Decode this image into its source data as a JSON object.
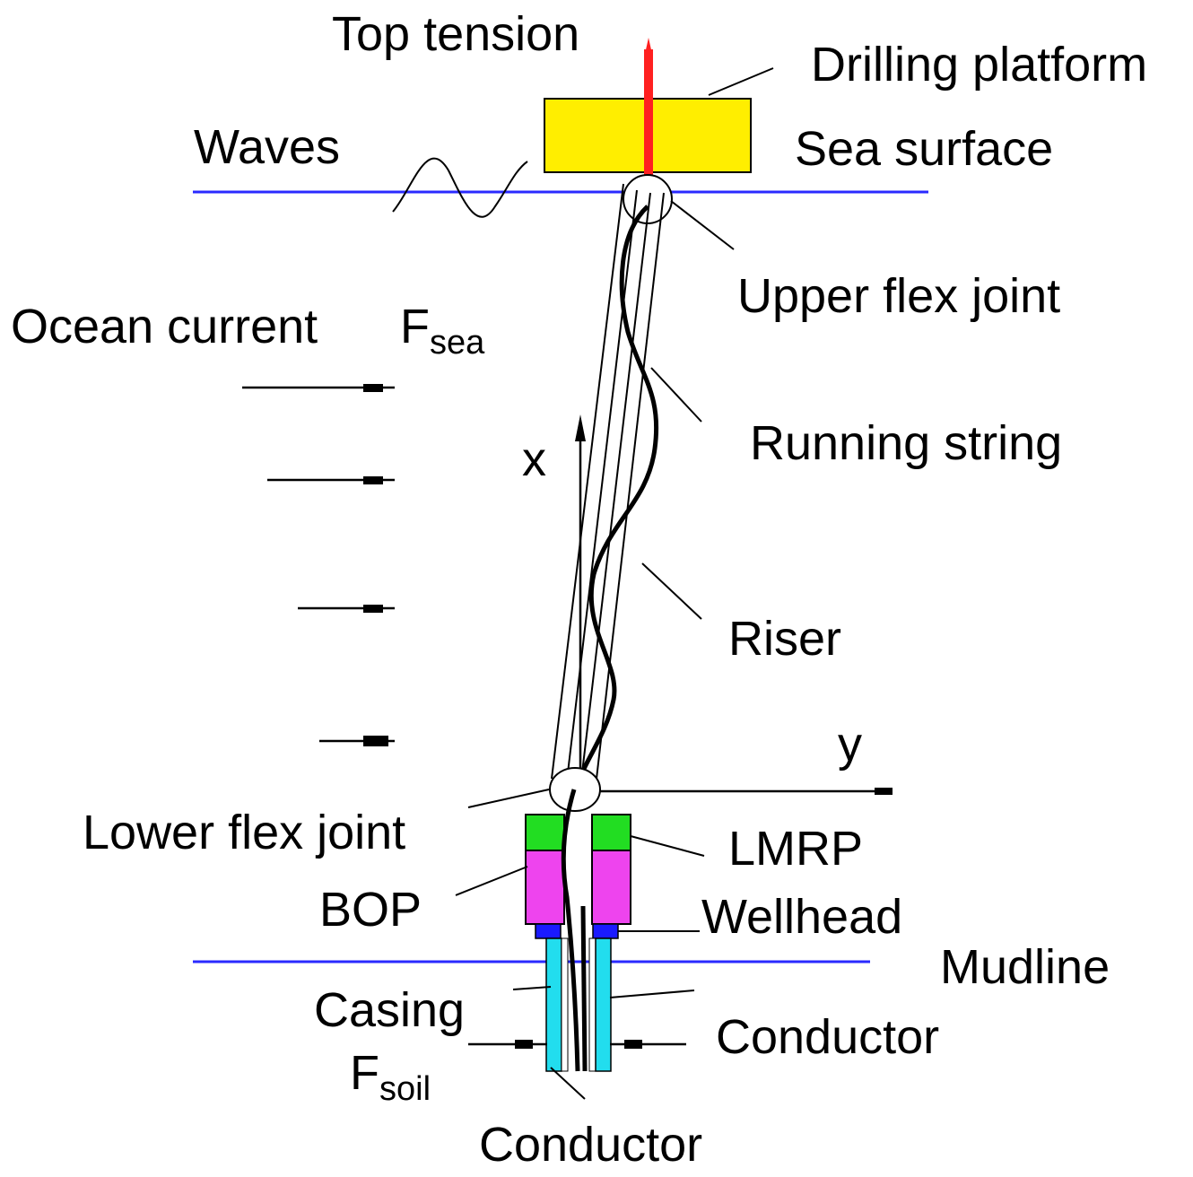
{
  "labels": {
    "top_tension": "Top tension",
    "drilling_platform": "Drilling platform",
    "waves": "Waves",
    "sea_surface": "Sea surface",
    "upper_flex_joint": "Upper flex joint",
    "ocean_current": "Ocean current",
    "f_sea_main": "F",
    "f_sea_sub": "sea",
    "x_axis": "x",
    "running_string": "Running string",
    "riser": "Riser",
    "y_axis": "y",
    "lower_flex_joint": "Lower flex joint",
    "lmrp": "LMRP",
    "bop": "BOP",
    "wellhead": "Wellhead",
    "mudline": "Mudline",
    "casing": "Casing",
    "conductor_right": "Conductor",
    "f_soil_main": "F",
    "f_soil_sub": "soil",
    "conductor_bottom": "Conductor"
  },
  "colors": {
    "platform_fill": "#ffee00",
    "top_tension": "#ff2020",
    "water_line": "#2a2aff",
    "lmrp": "#22dd22",
    "bop": "#ee44ee",
    "wellhead": "#1a1aff",
    "conductor": "#22ddee"
  }
}
